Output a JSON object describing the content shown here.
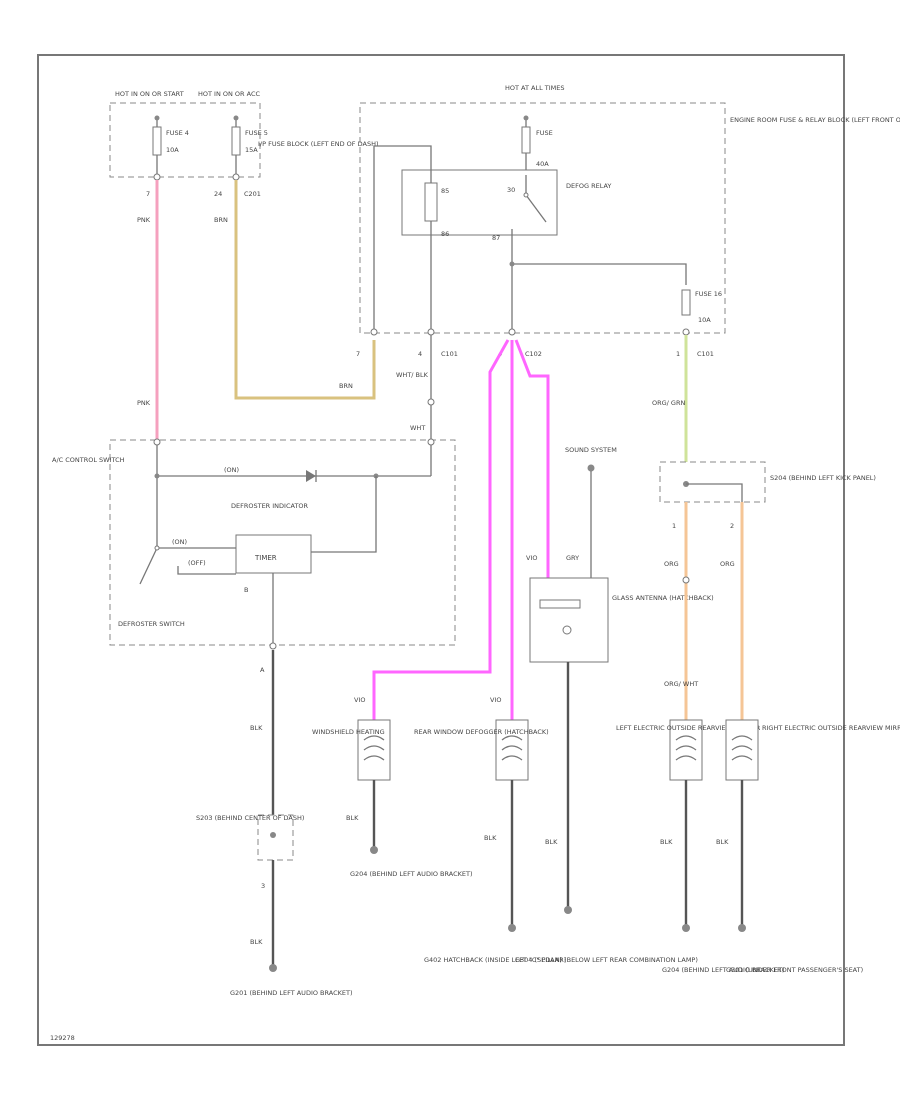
{
  "doc_id": "129278",
  "colors": {
    "pink": "#f5a0be",
    "yellow": "#d9c27f",
    "magenta": "#ff66ff",
    "green": "#cfe39a",
    "orange": "#f5c596",
    "wire": "#777777"
  },
  "power": {
    "hot_run": "HOT IN ON OR START",
    "hot_acc": "HOT IN ON OR ACC",
    "hot_all": "HOT AT ALL TIMES",
    "fuse4": "FUSE 4",
    "fuse4_amp": "10A",
    "fuse5": "FUSE 5",
    "fuse5_amp": "15A",
    "fuse_defog": "FUSE",
    "fuse_defog_amp": "40A",
    "fuse_mirror": "FUSE 16",
    "fuse_mirror_amp": "10A",
    "ip_fuse_block": "I/P FUSE BLOCK (LEFT END OF DASH)",
    "engine_block": "ENGINE ROOM FUSE & RELAY BLOCK (LEFT FRONT OF ENGINE COMPT)"
  },
  "relay": {
    "label": "DEFOG RELAY",
    "pin_a": "85",
    "pin_b": "86",
    "pin_c": "30",
    "pin_d": "87"
  },
  "connectors": {
    "p7": "7",
    "p24": "24",
    "c201": "C201",
    "c101": "C101",
    "c102": "C102",
    "c101b": "C101",
    "p4": "4",
    "p1": "1",
    "p7b": "7",
    "p4b": "4"
  },
  "wires": {
    "pnk": "PNK",
    "pnk2": "PNK",
    "brn": "BRN",
    "brn2": "BRN",
    "wht_blk": "WHT/ BLK",
    "wht": "WHT",
    "org_grn": "ORG/ GRN",
    "org1": "ORG",
    "org2": "ORG",
    "org_wht": "ORG/ WHT",
    "blk1": "BLK",
    "blk2": "BLK",
    "blk3": "BLK",
    "blk4": "BLK",
    "blk5": "BLK",
    "blk6": "BLK",
    "blk7": "BLK",
    "blk8": "BLK",
    "pnk3": "PNK",
    "gry": "GRY",
    "vio1": "VIO",
    "vio2": "VIO",
    "vio3": "VIO"
  },
  "switch": {
    "ac_control": "A/C CONTROL SWITCH",
    "defrost_indicator": "DEFROSTER INDICATOR",
    "timer": "TIMER",
    "defrost_switch": "DEFROSTER SWITCH",
    "on1": "(ON)",
    "on2": "(ON)",
    "off": "(OFF)",
    "pin_a": "A",
    "pin_b": "B"
  },
  "splices": {
    "s204": "S204 (BEHIND LEFT KICK PANEL)",
    "s203": "S203 (BEHIND CENTER OF DASH)",
    "pin1": "1",
    "pin2": "2",
    "pin3": "3"
  },
  "components": {
    "sound": "SOUND SYSTEM",
    "glass_antenna": "GLASS ANTENNA (HATCHBACK)",
    "windshield": "WINDSHIELD HEATING",
    "rear_defog": "REAR WINDOW DEFOGGER (HATCHBACK)",
    "left_mirror": "LEFT ELECTRIC OUTSIDE REARVIEW MIRROR",
    "right_mirror": "RIGHT ELECTRIC OUTSIDE REARVIEW MIRROR"
  },
  "grounds": {
    "g201": "G201 (BEHIND LEFT AUDIO BRACKET)",
    "g204": "G204 (BEHIND LEFT AUDIO BRACKET)",
    "g402": "G402 HATCHBACK (INSIDE LEFT \"C\" PILLAR)",
    "g304": "G304 (SEDAN) (BELOW LEFT REAR COMBINATION LAMP)",
    "g204b": "G204 (BEHIND LEFT AUDIO BRACKET)",
    "g301": "G301 (UNDER FRONT PASSENGER'S SEAT)"
  }
}
